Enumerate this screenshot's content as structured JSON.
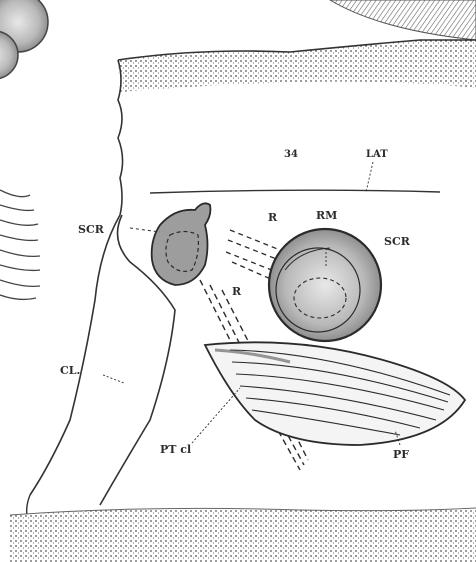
{
  "figure": {
    "labels": {
      "fig_number": "34",
      "lat": "LAT",
      "scr_left": "SCR",
      "scr_right": "SCR",
      "r_upper": "R",
      "r_lower": "R",
      "rm": "RM",
      "cl": "CL.",
      "pt_cl": "PT cl",
      "pf": "PF"
    },
    "colors": {
      "ink": "#2b2b2b",
      "shade": "#8a8a8a",
      "paper": "#ffffff"
    }
  }
}
